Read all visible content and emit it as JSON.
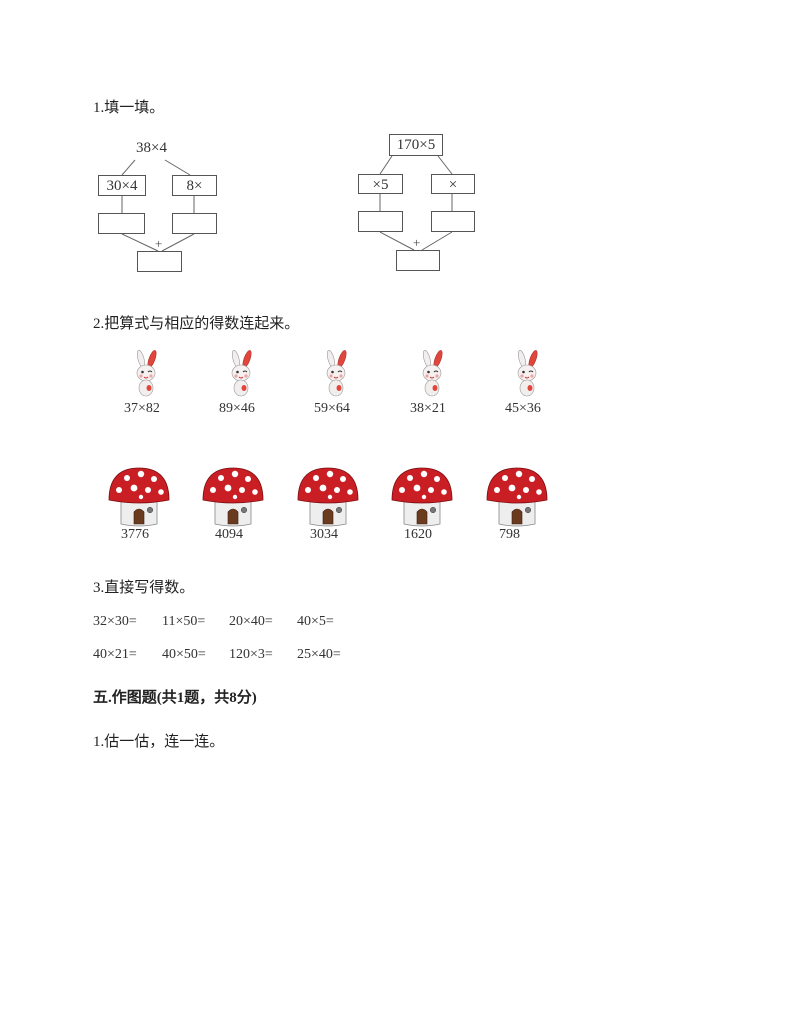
{
  "q1": {
    "title": "1.填一填。",
    "left": {
      "top": "38×4",
      "box1": "30×4",
      "box2": "8×",
      "plus": "+"
    },
    "right": {
      "top": "170×5",
      "box1": "×5",
      "box2": "×",
      "plus": "+"
    }
  },
  "q2": {
    "title": "2.把算式与相应的得数连起来。",
    "expressions": [
      "37×82",
      "89×46",
      "59×64",
      "38×21",
      "45×36"
    ],
    "results": [
      "3776",
      "4094",
      "3034",
      "1620",
      "798"
    ]
  },
  "q3": {
    "title": "3.直接写得数。",
    "row1": [
      "32×30=",
      "11×50=",
      "20×40=",
      "40×5="
    ],
    "row2": [
      "40×21=",
      "40×50=",
      "120×3=",
      "25×40="
    ]
  },
  "section5": {
    "title": "五.作图题(共1题，共8分)",
    "q1": "1.估一估，连一连。"
  },
  "colors": {
    "mushroom_cap": "#c81e24",
    "rabbit_ear": "#e0463c",
    "line": "#666666"
  }
}
